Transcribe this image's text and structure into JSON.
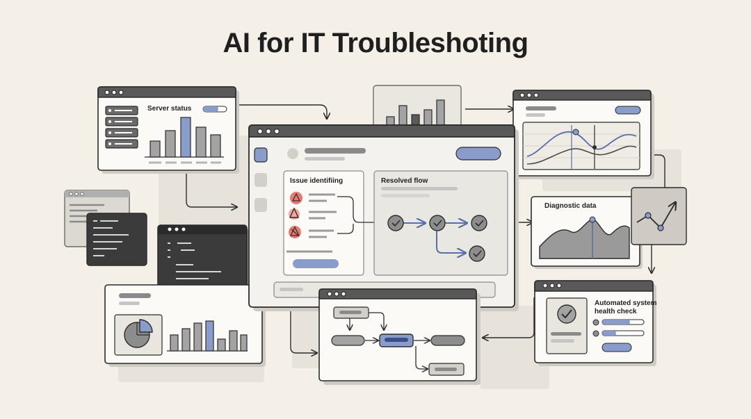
{
  "title": "AI for IT Troubleshoting",
  "panels": {
    "server_status": {
      "label": "Server status"
    },
    "issue": {
      "label": "Issue identifiing"
    },
    "resolved": {
      "label": "Resolved flow"
    },
    "diagnostic": {
      "label": "Diagnostic data"
    },
    "health": {
      "label_line1": "Automated system",
      "label_line2": "health check"
    }
  },
  "colors": {
    "background": "#f4f0e8",
    "accent_blue": "#8a9cc9",
    "alert_red": "#e97a72",
    "dark_panel": "#3b3b3b",
    "outline": "#2b2b2b"
  }
}
